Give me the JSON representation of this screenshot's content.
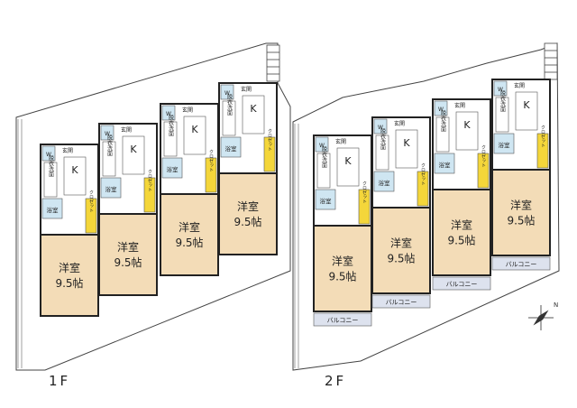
{
  "floors": [
    {
      "label": "1F",
      "units": [
        {
          "room": "洋室",
          "size": "9.5帖",
          "kitchen": "K",
          "entrance": "玄関",
          "bath": "浴室",
          "washroom": "脱衣洗面",
          "closet": "クロゼット",
          "wc": "W"
        },
        {
          "room": "洋室",
          "size": "9.5帖",
          "kitchen": "K",
          "entrance": "玄関",
          "bath": "浴室",
          "washroom": "脱衣洗面",
          "closet": "クロゼット",
          "wc": "W"
        },
        {
          "room": "洋室",
          "size": "9.5帖",
          "kitchen": "K",
          "entrance": "玄関",
          "bath": "浴室",
          "washroom": "脱衣洗面",
          "closet": "クロゼット",
          "wc": "W"
        },
        {
          "room": "洋室",
          "size": "9.5帖",
          "kitchen": "K",
          "entrance": "玄関",
          "bath": "浴室",
          "washroom": "脱衣洗面",
          "closet": "クロゼット",
          "wc": "W"
        }
      ]
    },
    {
      "label": "2F",
      "units": [
        {
          "room": "洋室",
          "size": "9.5帖",
          "kitchen": "K",
          "entrance": "玄関",
          "bath": "浴室",
          "washroom": "脱衣洗面",
          "closet": "クロゼット",
          "wc": "W",
          "balcony": "バルコニー"
        },
        {
          "room": "洋室",
          "size": "9.5帖",
          "kitchen": "K",
          "entrance": "玄関",
          "bath": "浴室",
          "washroom": "脱衣洗面",
          "closet": "クロゼット",
          "wc": "W",
          "balcony": "バルコニー"
        },
        {
          "room": "洋室",
          "size": "9.5帖",
          "kitchen": "K",
          "entrance": "玄関",
          "bath": "浴室",
          "washroom": "脱衣洗面",
          "closet": "クロゼット",
          "wc": "W",
          "balcony": "バルコニー"
        },
        {
          "room": "洋室",
          "size": "9.5帖",
          "kitchen": "K",
          "entrance": "玄関",
          "bath": "浴室",
          "washroom": "脱衣洗面",
          "closet": "クロゼット",
          "wc": "W",
          "balcony": "バルコニー"
        }
      ]
    }
  ],
  "compass_label": "N",
  "colors": {
    "room": "#f3dcb7",
    "wet": "#cfe6f2",
    "closet": "#f4d63a",
    "balcony": "#dde2ee",
    "wall": "#222222"
  }
}
